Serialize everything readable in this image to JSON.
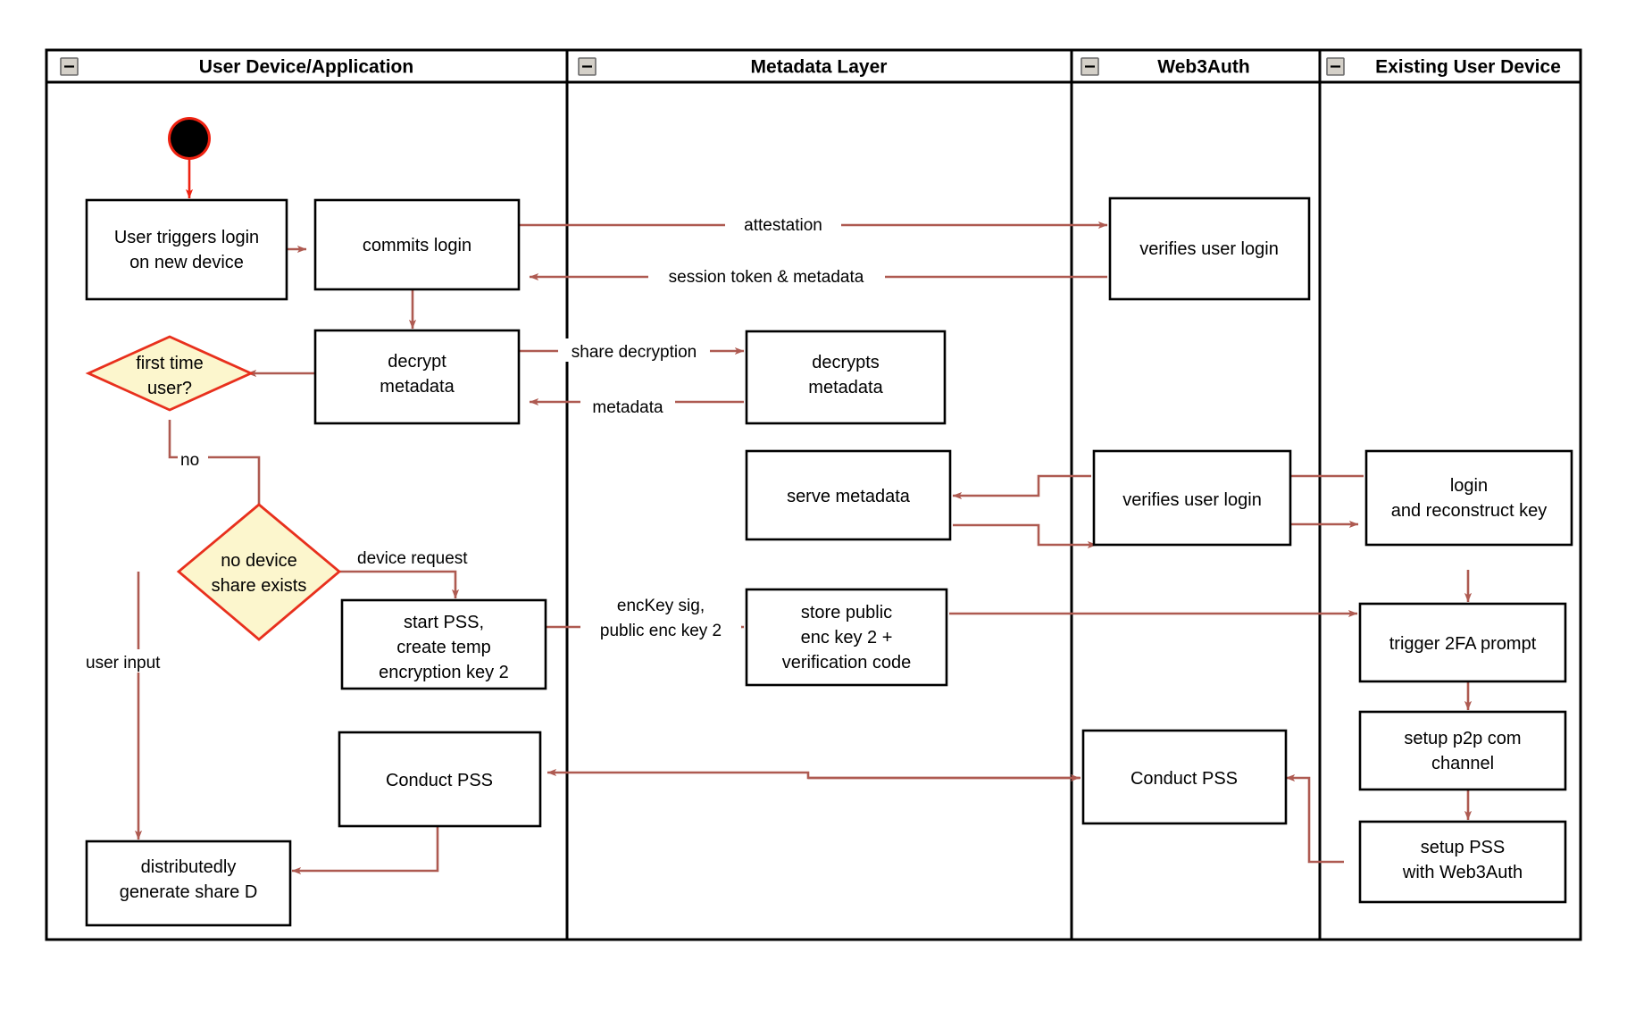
{
  "diagram": {
    "type": "uml-activity-swimlane",
    "lanes": [
      {
        "id": "user-device",
        "title": "User Device/Application",
        "collapse_icon": "minus-icon"
      },
      {
        "id": "metadata-layer",
        "title": "Metadata Layer",
        "collapse_icon": "minus-icon"
      },
      {
        "id": "web3auth",
        "title": "Web3Auth",
        "collapse_icon": "minus-icon"
      },
      {
        "id": "existing-user-device",
        "title": "Existing User Device",
        "collapse_icon": "minus-icon"
      }
    ],
    "nodes": [
      {
        "id": "start",
        "kind": "initial-node",
        "lane": "user-device",
        "label": ""
      },
      {
        "id": "user-triggers-login",
        "kind": "action",
        "lane": "user-device",
        "lines": [
          "User triggers login",
          "on new device"
        ]
      },
      {
        "id": "commits-login",
        "kind": "action",
        "lane": "user-device",
        "lines": [
          "commits login"
        ]
      },
      {
        "id": "verifies-user-login-1",
        "kind": "action",
        "lane": "web3auth",
        "lines": [
          "verifies user login"
        ]
      },
      {
        "id": "decrypt-metadata",
        "kind": "action",
        "lane": "user-device",
        "lines": [
          "decrypt",
          "metadata"
        ]
      },
      {
        "id": "decrypts-metadata",
        "kind": "action",
        "lane": "metadata-layer",
        "lines": [
          "decrypts",
          "metadata"
        ]
      },
      {
        "id": "first-time-user",
        "kind": "decision",
        "lane": "user-device",
        "lines": [
          "first time",
          "user?"
        ]
      },
      {
        "id": "serve-metadata",
        "kind": "action",
        "lane": "metadata-layer",
        "lines": [
          "serve metadata"
        ]
      },
      {
        "id": "verifies-user-login-2",
        "kind": "action",
        "lane": "web3auth",
        "lines": [
          "verifies user login"
        ]
      },
      {
        "id": "login-and-reconstruct-key",
        "kind": "action",
        "lane": "existing-user-device",
        "lines": [
          "login",
          "and reconstruct key"
        ]
      },
      {
        "id": "no-device-share-exists",
        "kind": "decision",
        "lane": "user-device",
        "lines": [
          "no device",
          "share exists"
        ]
      },
      {
        "id": "start-pss-create-temp-key",
        "kind": "action",
        "lane": "user-device",
        "lines": [
          "start PSS,",
          "create temp",
          "encryption key 2"
        ]
      },
      {
        "id": "store-public-enc-key",
        "kind": "action",
        "lane": "metadata-layer",
        "lines": [
          "store public",
          "enc key 2 +",
          "verification code"
        ]
      },
      {
        "id": "trigger-2fa-prompt",
        "kind": "action",
        "lane": "existing-user-device",
        "lines": [
          "trigger 2FA prompt"
        ]
      },
      {
        "id": "setup-p2p-com-channel",
        "kind": "action",
        "lane": "existing-user-device",
        "lines": [
          "setup p2p com",
          "channel"
        ]
      },
      {
        "id": "setup-pss-with-web3auth",
        "kind": "action",
        "lane": "existing-user-device",
        "lines": [
          "setup PSS",
          "with Web3Auth"
        ]
      },
      {
        "id": "conduct-pss-user",
        "kind": "action",
        "lane": "user-device",
        "lines": [
          "Conduct PSS"
        ]
      },
      {
        "id": "conduct-pss-web3auth",
        "kind": "action",
        "lane": "web3auth",
        "lines": [
          "Conduct PSS"
        ]
      },
      {
        "id": "distributedly-generate-share-d",
        "kind": "action",
        "lane": "user-device",
        "lines": [
          "distributedly",
          "generate share D"
        ]
      }
    ],
    "edge_labels": [
      {
        "id": "attestation",
        "text": "attestation",
        "from": "commits-login",
        "to": "verifies-user-login-1"
      },
      {
        "id": "session-token-metadata",
        "text": "session token & metadata",
        "from": "verifies-user-login-1",
        "to": "commits-login"
      },
      {
        "id": "share-decryption",
        "text": "share decryption",
        "from": "decrypt-metadata",
        "to": "decrypts-metadata"
      },
      {
        "id": "metadata",
        "text": "metadata",
        "from": "decrypts-metadata",
        "to": "decrypt-metadata"
      },
      {
        "id": "no",
        "text": "no",
        "from": "first-time-user",
        "to": "no-device-share-exists"
      },
      {
        "id": "device-request",
        "text": "device request",
        "from": "no-device-share-exists",
        "to": "start-pss-create-temp-key"
      },
      {
        "id": "user-input",
        "text": "user input",
        "from": "no-device-share-exists",
        "to": "distributedly-generate-share-d"
      },
      {
        "id": "enckey-sig",
        "text_lines": [
          "encKey sig,",
          "public enc key 2"
        ],
        "from": "start-pss-create-temp-key",
        "to": "store-public-enc-key"
      }
    ],
    "colors": {
      "flow_arrow": "#ae5a51",
      "decision_fill": "#fcf6cd",
      "decision_stroke": "#e8301d",
      "node_stroke": "#000000",
      "node_fill": "#ffffff",
      "lane_border": "#000000",
      "start_node": "#000000",
      "start_node_ring": "#ee2211"
    }
  }
}
